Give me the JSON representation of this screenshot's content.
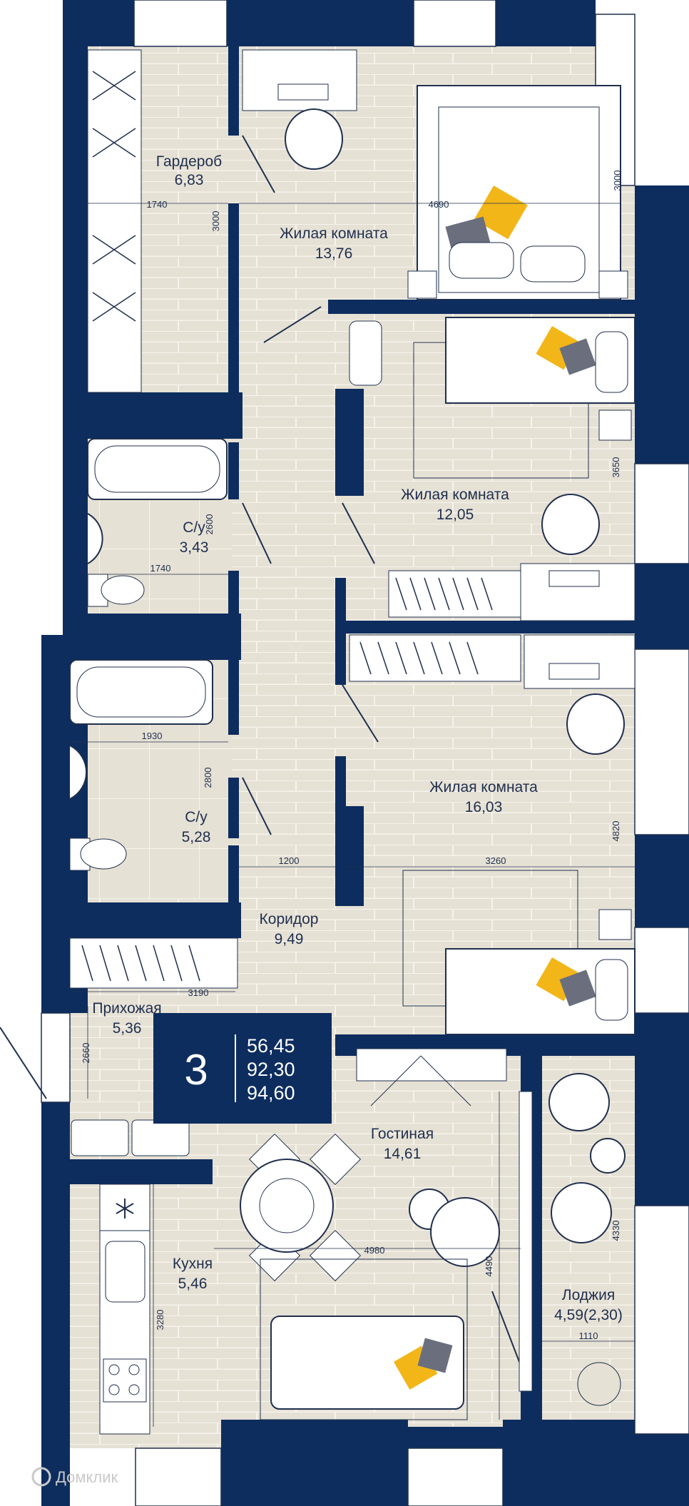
{
  "colors": {
    "wall": "#0d2d5e",
    "floor": "#e6e1d5",
    "plank": "#f3f0e8",
    "accent": "#f2b619",
    "furniture": "#ffffff",
    "line": "#1f2f4d"
  },
  "rooms": [
    {
      "name": "Гардероб",
      "area": "6,83"
    },
    {
      "name": "Жилая комната",
      "area": "13,76"
    },
    {
      "name": "Жилая комната",
      "area": "12,05"
    },
    {
      "name": "С/у",
      "area": "3,43"
    },
    {
      "name": "С/у",
      "area": "5,28"
    },
    {
      "name": "Жилая комната",
      "area": "16,03"
    },
    {
      "name": "Коридор",
      "area": "9,49"
    },
    {
      "name": "Прихожая",
      "area": "5,36"
    },
    {
      "name": "Гостиная",
      "area": "14,61"
    },
    {
      "name": "Кухня",
      "area": "5,46"
    },
    {
      "name": "Лоджия",
      "area": "4,59(2,30)"
    }
  ],
  "dimensions": [
    "1740",
    "3000",
    "4690",
    "3000",
    "3650",
    "2600",
    "1740",
    "1930",
    "2800",
    "1200",
    "3260",
    "4820",
    "3190",
    "2660",
    "4980",
    "4490",
    "4330",
    "3280",
    "1110"
  ],
  "summary": {
    "rooms_count": "3",
    "living_area": "56,45",
    "total_area": "92,30",
    "total_area_with_loggia": "94,60"
  },
  "watermark": "Домклик",
  "icons": [
    "snowflake-icon",
    "domclick-logo-icon"
  ]
}
